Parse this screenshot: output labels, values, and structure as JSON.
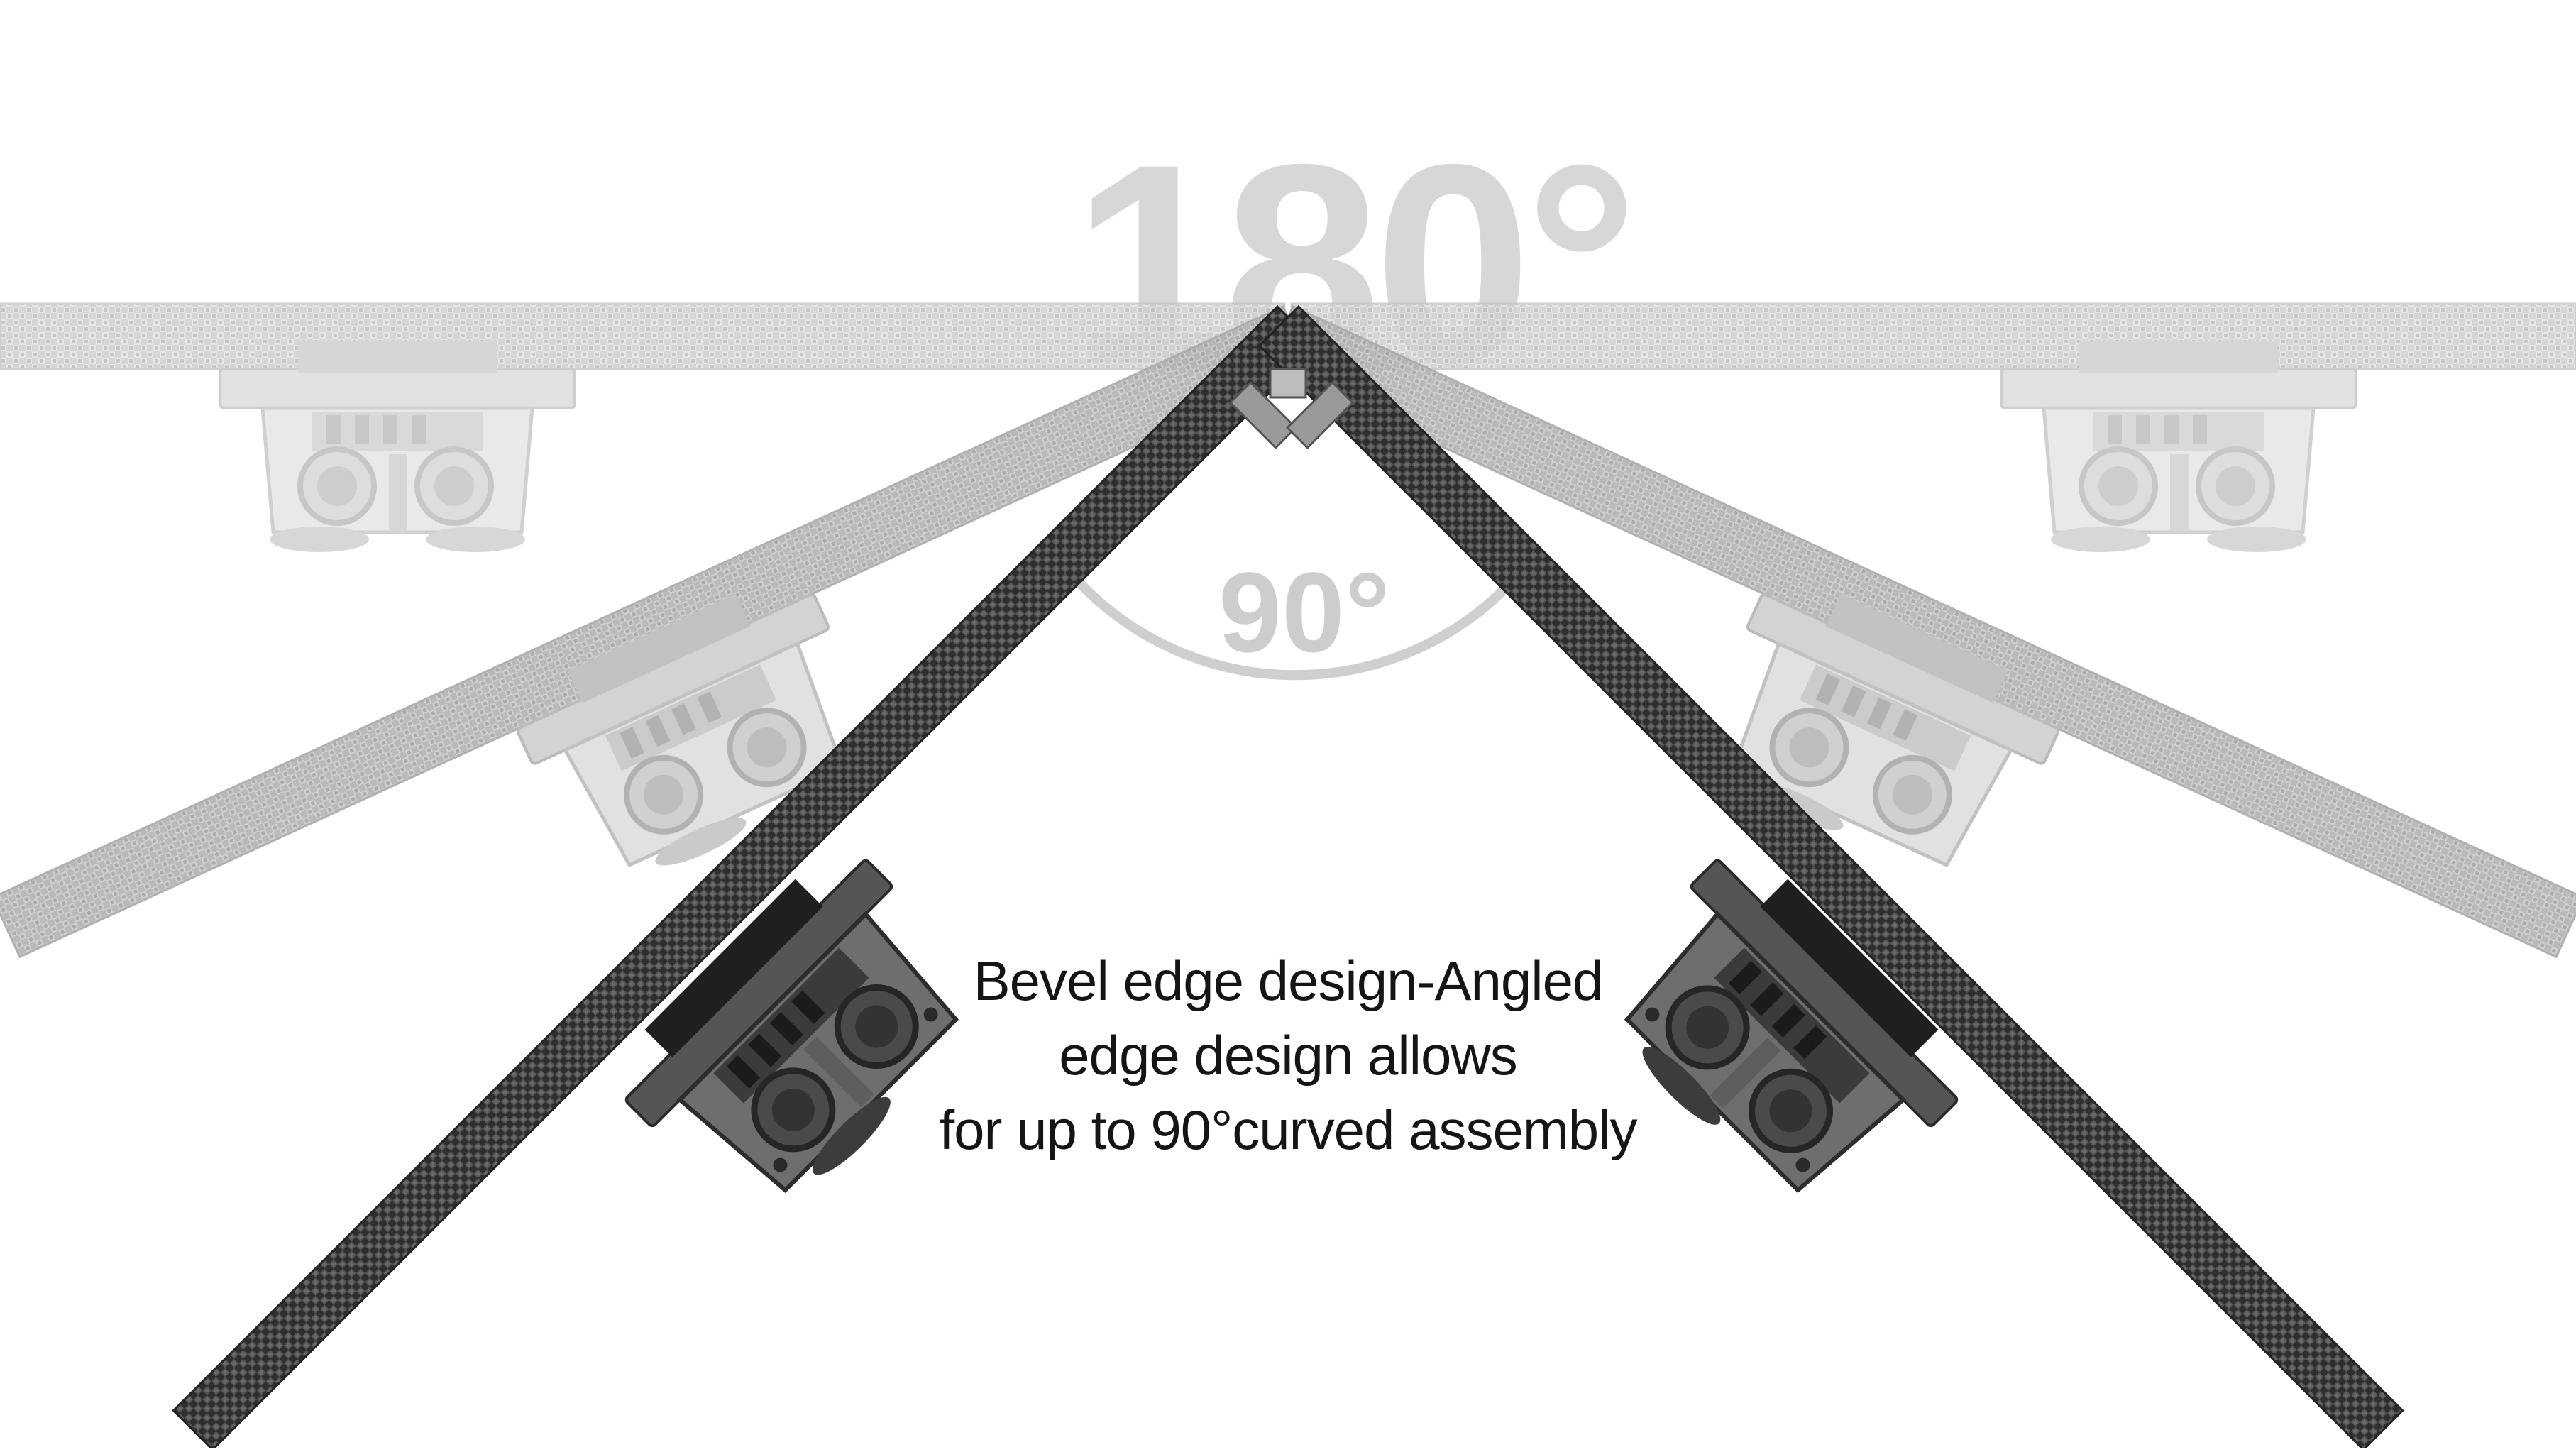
{
  "labels": {
    "angle_180": "180°",
    "angle_90": "90°"
  },
  "caption": {
    "line1": "Bevel edge design-Angled",
    "line2": "edge design allows",
    "line3": "for up to 90°curved assembly"
  },
  "colors": {
    "background": "#ffffff",
    "faded_label": "#d6d8d6",
    "faded_panel": "#c8c8c8",
    "mid_panel": "#b7b7b7",
    "dark_panel": "#3a3a3a",
    "dark_module": "#4a4a4a",
    "caption_text": "#151515"
  }
}
